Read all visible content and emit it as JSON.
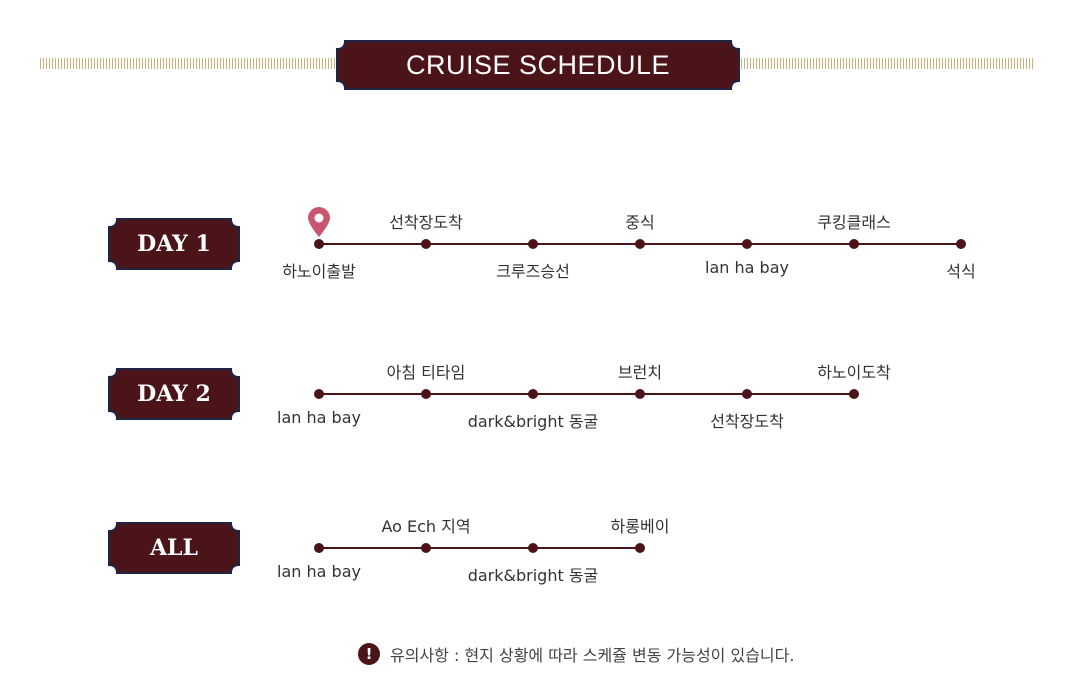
{
  "header": {
    "title": "CRUISE SCHEDULE"
  },
  "schedule": {
    "days": [
      {
        "label": "DAY 1",
        "stops": [
          {
            "name": "하노이출발",
            "pos": "below"
          },
          {
            "name": "선착장도착",
            "pos": "above"
          },
          {
            "name": "크루즈승선",
            "pos": "below"
          },
          {
            "name": "중식",
            "pos": "above"
          },
          {
            "name": "lan ha bay",
            "pos": "below"
          },
          {
            "name": "쿠킹클래스",
            "pos": "above"
          },
          {
            "name": "석식",
            "pos": "below"
          }
        ]
      },
      {
        "label": "DAY 2",
        "stops": [
          {
            "name": "lan ha bay",
            "pos": "below"
          },
          {
            "name": "아침 티타임",
            "pos": "above"
          },
          {
            "name": "dark&bright 동굴",
            "pos": "below"
          },
          {
            "name": "브런치",
            "pos": "above"
          },
          {
            "name": "선착장도착",
            "pos": "below"
          },
          {
            "name": "하노이도착",
            "pos": "above"
          }
        ]
      },
      {
        "label": "ALL",
        "stops": [
          {
            "name": "lan ha bay",
            "pos": "below"
          },
          {
            "name": "Ao Ech 지역",
            "pos": "above"
          },
          {
            "name": "dark&bright 동굴",
            "pos": "below"
          },
          {
            "name": "하롱베이",
            "pos": "above"
          }
        ]
      }
    ]
  },
  "notice": {
    "icon": "exclamation-icon",
    "text": "유의사항 : 현지 상황에 따라 스케쥴 변동 가능성이 있습니다."
  },
  "colors": {
    "maroon": "#4a1418",
    "navy_border": "#1e2545",
    "pin": "#c8566f",
    "hatch": "#c9b27a"
  }
}
